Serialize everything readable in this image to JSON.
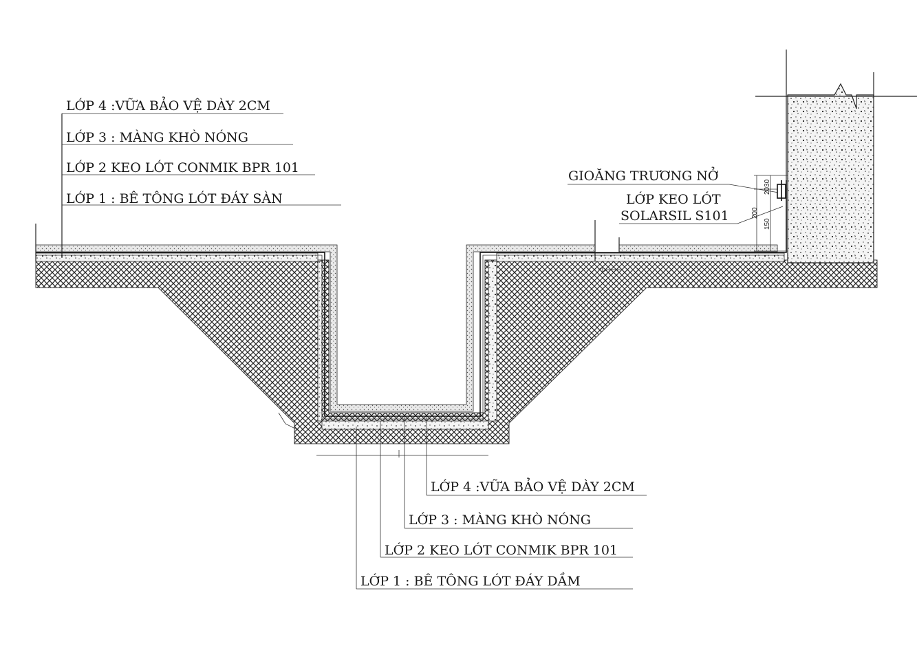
{
  "labels": {
    "top_left": {
      "layer4": "LỚP 4 :VỮA BẢO VỆ DÀY 2CM",
      "layer3": "LỚP 3 : MÀNG KHÒ NÓNG",
      "layer2": "LỚP 2  KEO LÓT CONMIK BPR 101",
      "layer1": "LỚP 1 : BÊ TÔNG LÓT ĐÁY SÀN"
    },
    "bottom": {
      "layer4": "LỚP 4 :VỮA BẢO VỆ DÀY 2CM",
      "layer3": "LỚP 3 : MÀNG KHÒ NÓNG",
      "layer2": "LỚP 2  KEO LÓT CONMIK BPR 101",
      "layer1": "LỚP 1 : BÊ TÔNG LÓT ĐÁY DẦM"
    },
    "right": {
      "gasket": "GIOĂNG TRƯƠNG NỞ",
      "primer_line1": "LỚP KEO LÓT",
      "primer_line2": "SOLARSIL S101"
    }
  },
  "dimensions": {
    "d200": "200",
    "d150": "150",
    "d20_30": "2030"
  },
  "colors": {
    "line": "#222222",
    "background": "#ffffff"
  }
}
